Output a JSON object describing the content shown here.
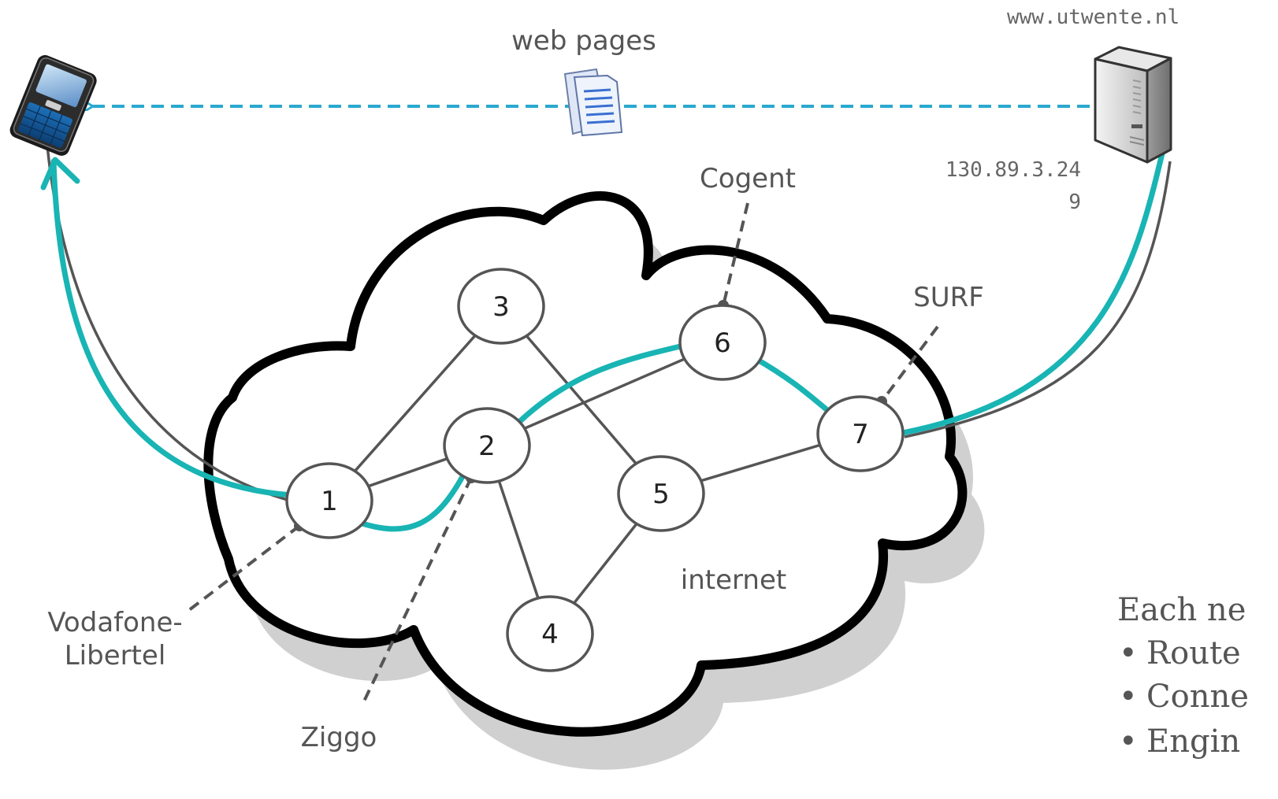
{
  "diagram": {
    "web_pages_label": "web pages",
    "server_hostname": "www.utwente.nl",
    "server_ip_line1": "130.89.3.24",
    "server_ip_line2": "9",
    "cloud_label": "internet",
    "nodes": [
      {
        "id": "1",
        "label": "1"
      },
      {
        "id": "2",
        "label": "2"
      },
      {
        "id": "3",
        "label": "3"
      },
      {
        "id": "4",
        "label": "4"
      },
      {
        "id": "5",
        "label": "5"
      },
      {
        "id": "6",
        "label": "6"
      },
      {
        "id": "7",
        "label": "7"
      }
    ],
    "providers": {
      "vodafone_line1": "Vodafone-",
      "vodafone_line2": "Libertel",
      "ziggo": "Ziggo",
      "cogent": "Cogent",
      "surf": "SURF"
    },
    "side_text": {
      "heading": "Each ne",
      "bullets": [
        "Route",
        "Conne",
        "Engin"
      ]
    },
    "colors": {
      "path": "#19b4b4",
      "dashed_link": "#2aa9cf",
      "cloud_outline": "#000000",
      "node_stroke": "#555555"
    }
  }
}
